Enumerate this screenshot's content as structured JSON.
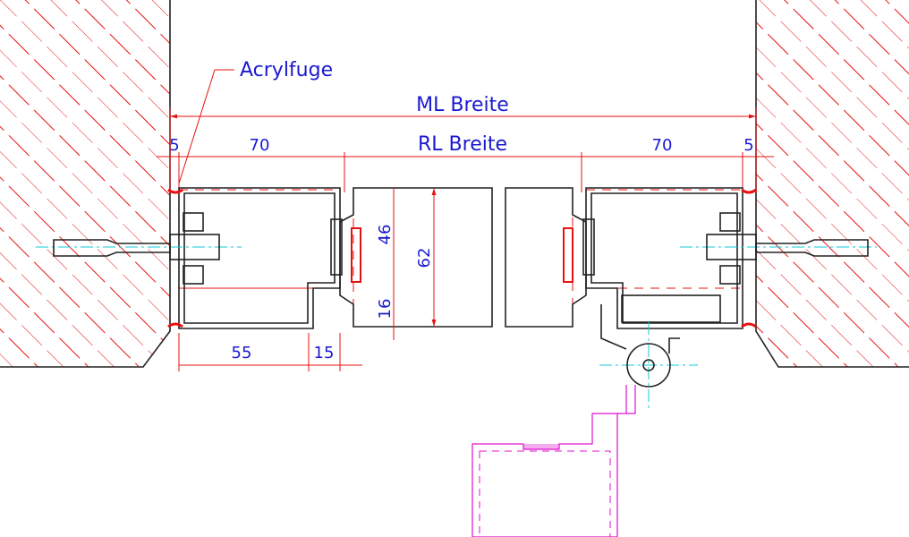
{
  "labels": {
    "joint": "Acrylfuge",
    "ml_width": "ML Breite",
    "rl_width": "RL Breite"
  },
  "dimensions": {
    "left_gap": "5",
    "right_gap": "5",
    "left_frame": "70",
    "right_frame": "70",
    "step_depth_46": "46",
    "total_depth_62": "62",
    "lower_depth_16": "16",
    "bottom_55": "55",
    "bottom_15": "15"
  },
  "colors": {
    "hatch": "#e81010",
    "dimension_text": "#1a1ad0",
    "outline": "#222222",
    "axis": "#10c8d8",
    "door_leaf": "#e010d0"
  }
}
